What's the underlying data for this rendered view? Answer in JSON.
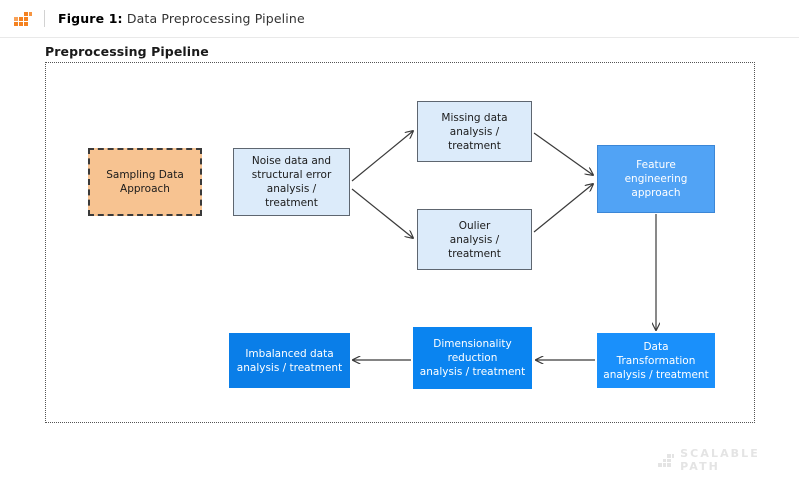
{
  "header": {
    "logo_icon": "scalable-path-bars-icon",
    "figure_label": "Figure 1:",
    "figure_title": " Data Preprocessing Pipeline"
  },
  "section": {
    "title": "Preprocessing Pipeline"
  },
  "diagram": {
    "nodes": [
      {
        "id": "sampling",
        "label": "Sampling Data\nApproach",
        "style": "orange-dashed",
        "fill": "#f7c391",
        "text_color": "#1b1b1b"
      },
      {
        "id": "noise",
        "label": "Noise data and\nstructural error\nanalysis / treatment",
        "style": "light-blue",
        "fill": "#dcebfa",
        "text_color": "#1b1b1b"
      },
      {
        "id": "missing",
        "label": "Missing data\nanalysis / treatment",
        "style": "light-blue",
        "fill": "#dcebfa",
        "text_color": "#1b1b1b"
      },
      {
        "id": "outlier",
        "label": "Oulier\nanalysis / treatment",
        "style": "light-blue",
        "fill": "#dcebfa",
        "text_color": "#1b1b1b"
      },
      {
        "id": "feature",
        "label": "Feature\nengineering\napproach",
        "style": "blue",
        "fill": "#51a3f5",
        "text_color": "#ffffff"
      },
      {
        "id": "transform",
        "label": "Data Transformation\nanalysis / treatment",
        "style": "blue",
        "fill": "#1a90fb",
        "text_color": "#ffffff"
      },
      {
        "id": "dimred",
        "label": "Dimensionality\nreduction\nanalysis / treatment",
        "style": "blue",
        "fill": "#0a84f0",
        "text_color": "#ffffff"
      },
      {
        "id": "imbalanced",
        "label": "Imbalanced data\nanalysis / treatment",
        "style": "blue",
        "fill": "#0a7ee8",
        "text_color": "#ffffff"
      }
    ],
    "edges": [
      {
        "from": "noise",
        "to": "missing"
      },
      {
        "from": "noise",
        "to": "outlier"
      },
      {
        "from": "missing",
        "to": "feature"
      },
      {
        "from": "outlier",
        "to": "feature"
      },
      {
        "from": "feature",
        "to": "transform"
      },
      {
        "from": "transform",
        "to": "dimred"
      },
      {
        "from": "dimred",
        "to": "imbalanced"
      }
    ],
    "border_style": "dotted",
    "border_color": "#555555"
  },
  "watermark": {
    "text": "SCALABLE PATH",
    "icon": "scalable-path-bars-icon",
    "color": "#e4e4e4"
  }
}
